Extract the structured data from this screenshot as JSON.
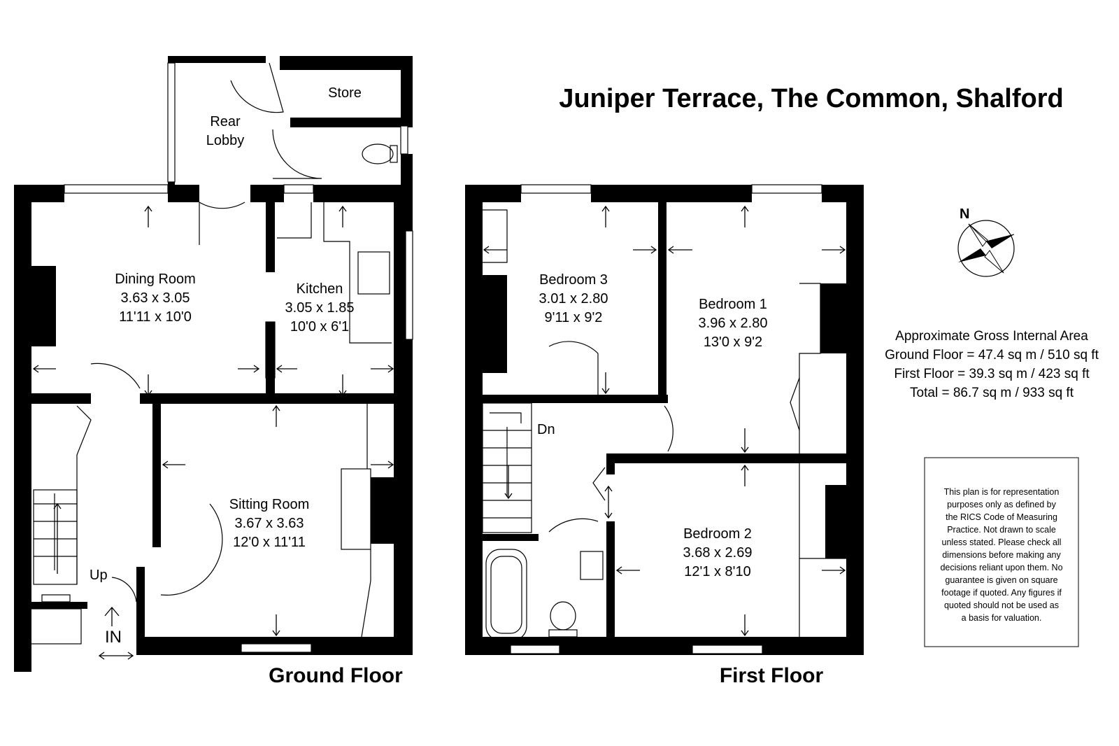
{
  "title": "Juniper Terrace, The Common, Shalford",
  "floors": {
    "ground": "Ground Floor",
    "first": "First Floor"
  },
  "rooms": {
    "rear_lobby": [
      "Rear",
      "Lobby"
    ],
    "store": "Store",
    "dining": [
      "Dining Room",
      "3.63 x 3.05",
      "11'11 x 10'0"
    ],
    "kitchen": [
      "Kitchen",
      "3.05 x 1.85",
      "10'0 x 6'1"
    ],
    "sitting": [
      "Sitting Room",
      "3.67 x 3.63",
      "12'0 x 11'11"
    ],
    "bedroom3": [
      "Bedroom 3",
      "3.01 x 2.80",
      "9'11 x 9'2"
    ],
    "bedroom1": [
      "Bedroom 1",
      "3.96 x 2.80",
      "13'0 x 9'2"
    ],
    "bedroom2": [
      "Bedroom 2",
      "3.68 x 2.69",
      "12'1 x 8'10"
    ]
  },
  "stairs": {
    "up": "Up",
    "down": "Dn"
  },
  "entrance": "IN",
  "compass": {
    "north": "N"
  },
  "area": {
    "heading": "Approximate Gross Internal Area",
    "ground": "Ground Floor = 47.4 sq m / 510 sq ft",
    "first": "First Floor = 39.3 sq m / 423 sq ft",
    "total": "Total = 86.7 sq m / 933 sq ft"
  },
  "disclaimer": [
    "This plan is for representation",
    "purposes only as defined by",
    "the RICS Code of Measuring",
    "Practice. Not drawn to scale",
    "unless stated. Please check all",
    "dimensions before making any",
    "decisions reliant upon them. No",
    "guarantee is given on square",
    "footage if quoted. Any figures if",
    "quoted should not be used as",
    "a basis for valuation."
  ]
}
